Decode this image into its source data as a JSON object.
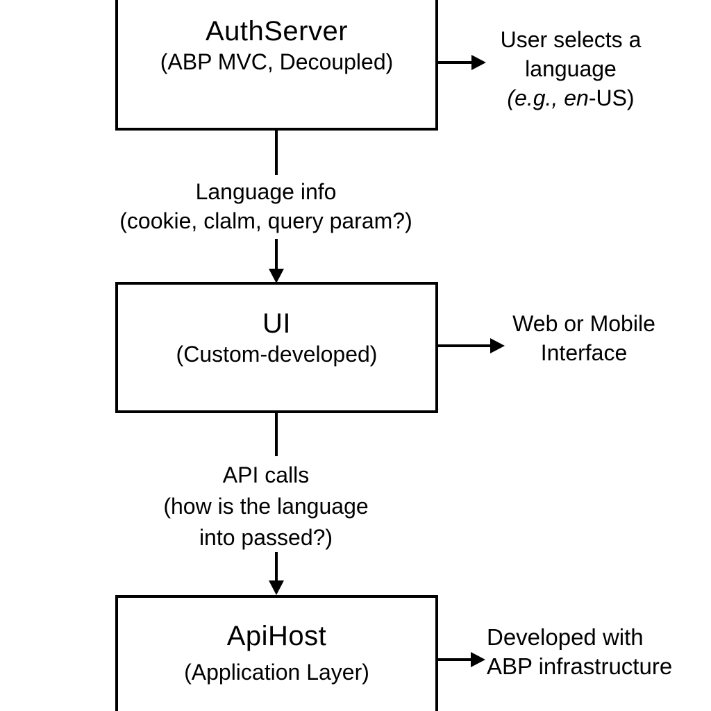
{
  "diagram": {
    "boxes": [
      {
        "id": "authserver",
        "title": "AuthServer",
        "subtitle": "(ABP MVC, Decoupled)"
      },
      {
        "id": "ui",
        "title": "UI",
        "subtitle": "(Custom-developed)"
      },
      {
        "id": "apihost",
        "title": "ApiHost",
        "subtitle": "(Application Layer)"
      }
    ],
    "connectors": [
      {
        "from": "AuthServer",
        "to": "UI",
        "label_lines": [
          "Language info",
          "(cookie, clalm, query param?)"
        ]
      },
      {
        "from": "UI",
        "to": "ApiHost",
        "label_lines": [
          "API calls",
          "(how is the language",
          "into passed?)"
        ]
      }
    ],
    "side_notes": [
      {
        "for": "AuthServer",
        "lines": [
          "User selects a",
          "language"
        ],
        "example_italic": "(e.g., en",
        "example_regular": "-US)"
      },
      {
        "for": "UI",
        "lines": [
          "Web or Mobile",
          "Interface"
        ]
      },
      {
        "for": "ApiHost",
        "lines": [
          "Developed with",
          "ABP infrastructure"
        ]
      }
    ],
    "colors": {
      "stroke": "#000000",
      "background": "#ffffff",
      "text": "#000000"
    }
  }
}
